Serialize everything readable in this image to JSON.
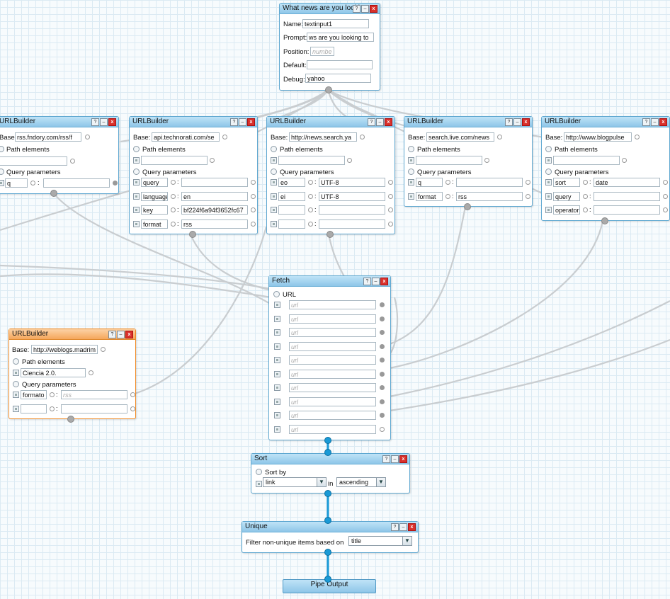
{
  "common": {
    "module_title": "URLBuilder",
    "base_label": "Base:",
    "path_label": "Path elements",
    "query_label": "Query parameters",
    "colon": ":",
    "btn_help": "?",
    "btn_min": "–",
    "btn_close": "x"
  },
  "textinput": {
    "title": "What news are you looki",
    "name_label": "Name:",
    "name_value": "textinput1",
    "prompt_label": "Prompt:",
    "prompt_value": "ws are you looking to",
    "position_label": "Position:",
    "position_placeholder": "numbe",
    "default_label": "Default:",
    "default_value": "",
    "debug_label": "Debug:",
    "debug_value": "yahoo"
  },
  "url1": {
    "title": "URLBuilder",
    "base": "rss.fndory.com/rss/f",
    "params": [
      {
        "key": "q",
        "value": ""
      }
    ]
  },
  "url2": {
    "title": "URLBuilder",
    "base": "api.technorati.com/se",
    "params": [
      {
        "key": "query",
        "value": ""
      },
      {
        "key": "language",
        "value": "en"
      },
      {
        "key": "key",
        "value": "bf224f6a94f3652fc67"
      },
      {
        "key": "format",
        "value": "rss"
      }
    ]
  },
  "url3": {
    "title": "URLBuilder",
    "base": "http://news.search.ya",
    "params": [
      {
        "key": "eo",
        "value": "UTF-8"
      },
      {
        "key": "ei",
        "value": "UTF-8"
      },
      {
        "key": "",
        "value": ""
      },
      {
        "key": "",
        "value": ""
      }
    ]
  },
  "url4": {
    "title": "URLBuilder",
    "base": "search.live.com/news",
    "params": [
      {
        "key": "q",
        "value": ""
      },
      {
        "key": "format",
        "value": "rss"
      }
    ]
  },
  "url5": {
    "title": "URLBuilder",
    "base": "http://www.blogpulse",
    "params": [
      {
        "key": "sort",
        "value": "date"
      },
      {
        "key": "query",
        "value": ""
      },
      {
        "key": "operator",
        "value": ""
      }
    ]
  },
  "url6": {
    "title": "URLBuilder",
    "base": "http://weblogs.madrim",
    "path": "Ciencia 2.0.",
    "params": [
      {
        "key": "formato",
        "value": "rss",
        "placeholder": true
      },
      {
        "key": "",
        "value": ""
      }
    ]
  },
  "fetch": {
    "title": "Fetch",
    "url_label": "URL",
    "url_placeholder": "url",
    "url_rows": 10
  },
  "sort": {
    "title": "Sort",
    "sortby_label": "Sort by",
    "field": "link",
    "in_label": "in",
    "order": "ascending"
  },
  "unique": {
    "title": "Unique",
    "label": "Filter non-unique items based on",
    "field": "title"
  },
  "output": {
    "label": "Pipe Output"
  }
}
